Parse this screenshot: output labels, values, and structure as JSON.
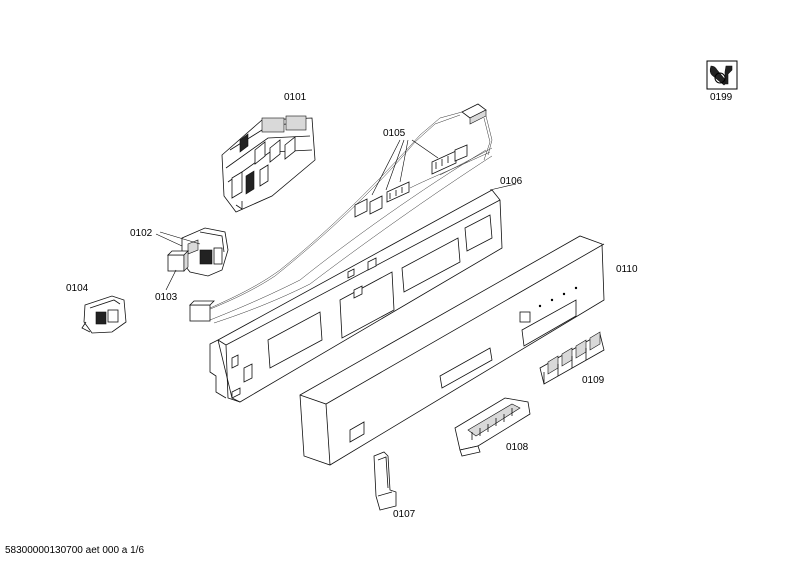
{
  "parts": [
    {
      "id": "p0101",
      "number": "0101"
    },
    {
      "id": "p0102",
      "number": "0102"
    },
    {
      "id": "p0103",
      "number": "0103"
    },
    {
      "id": "p0104",
      "number": "0104"
    },
    {
      "id": "p0105",
      "number": "0105"
    },
    {
      "id": "p0106",
      "number": "0106"
    },
    {
      "id": "p0107",
      "number": "0107"
    },
    {
      "id": "p0108",
      "number": "0108"
    },
    {
      "id": "p0109",
      "number": "0109"
    },
    {
      "id": "p0110",
      "number": "0110"
    },
    {
      "id": "p0199",
      "number": "0199"
    }
  ],
  "footer": {
    "document_ref": "58300000130700 aet 000 a 1/6"
  },
  "icons": {
    "service": "wrench-service-icon"
  }
}
